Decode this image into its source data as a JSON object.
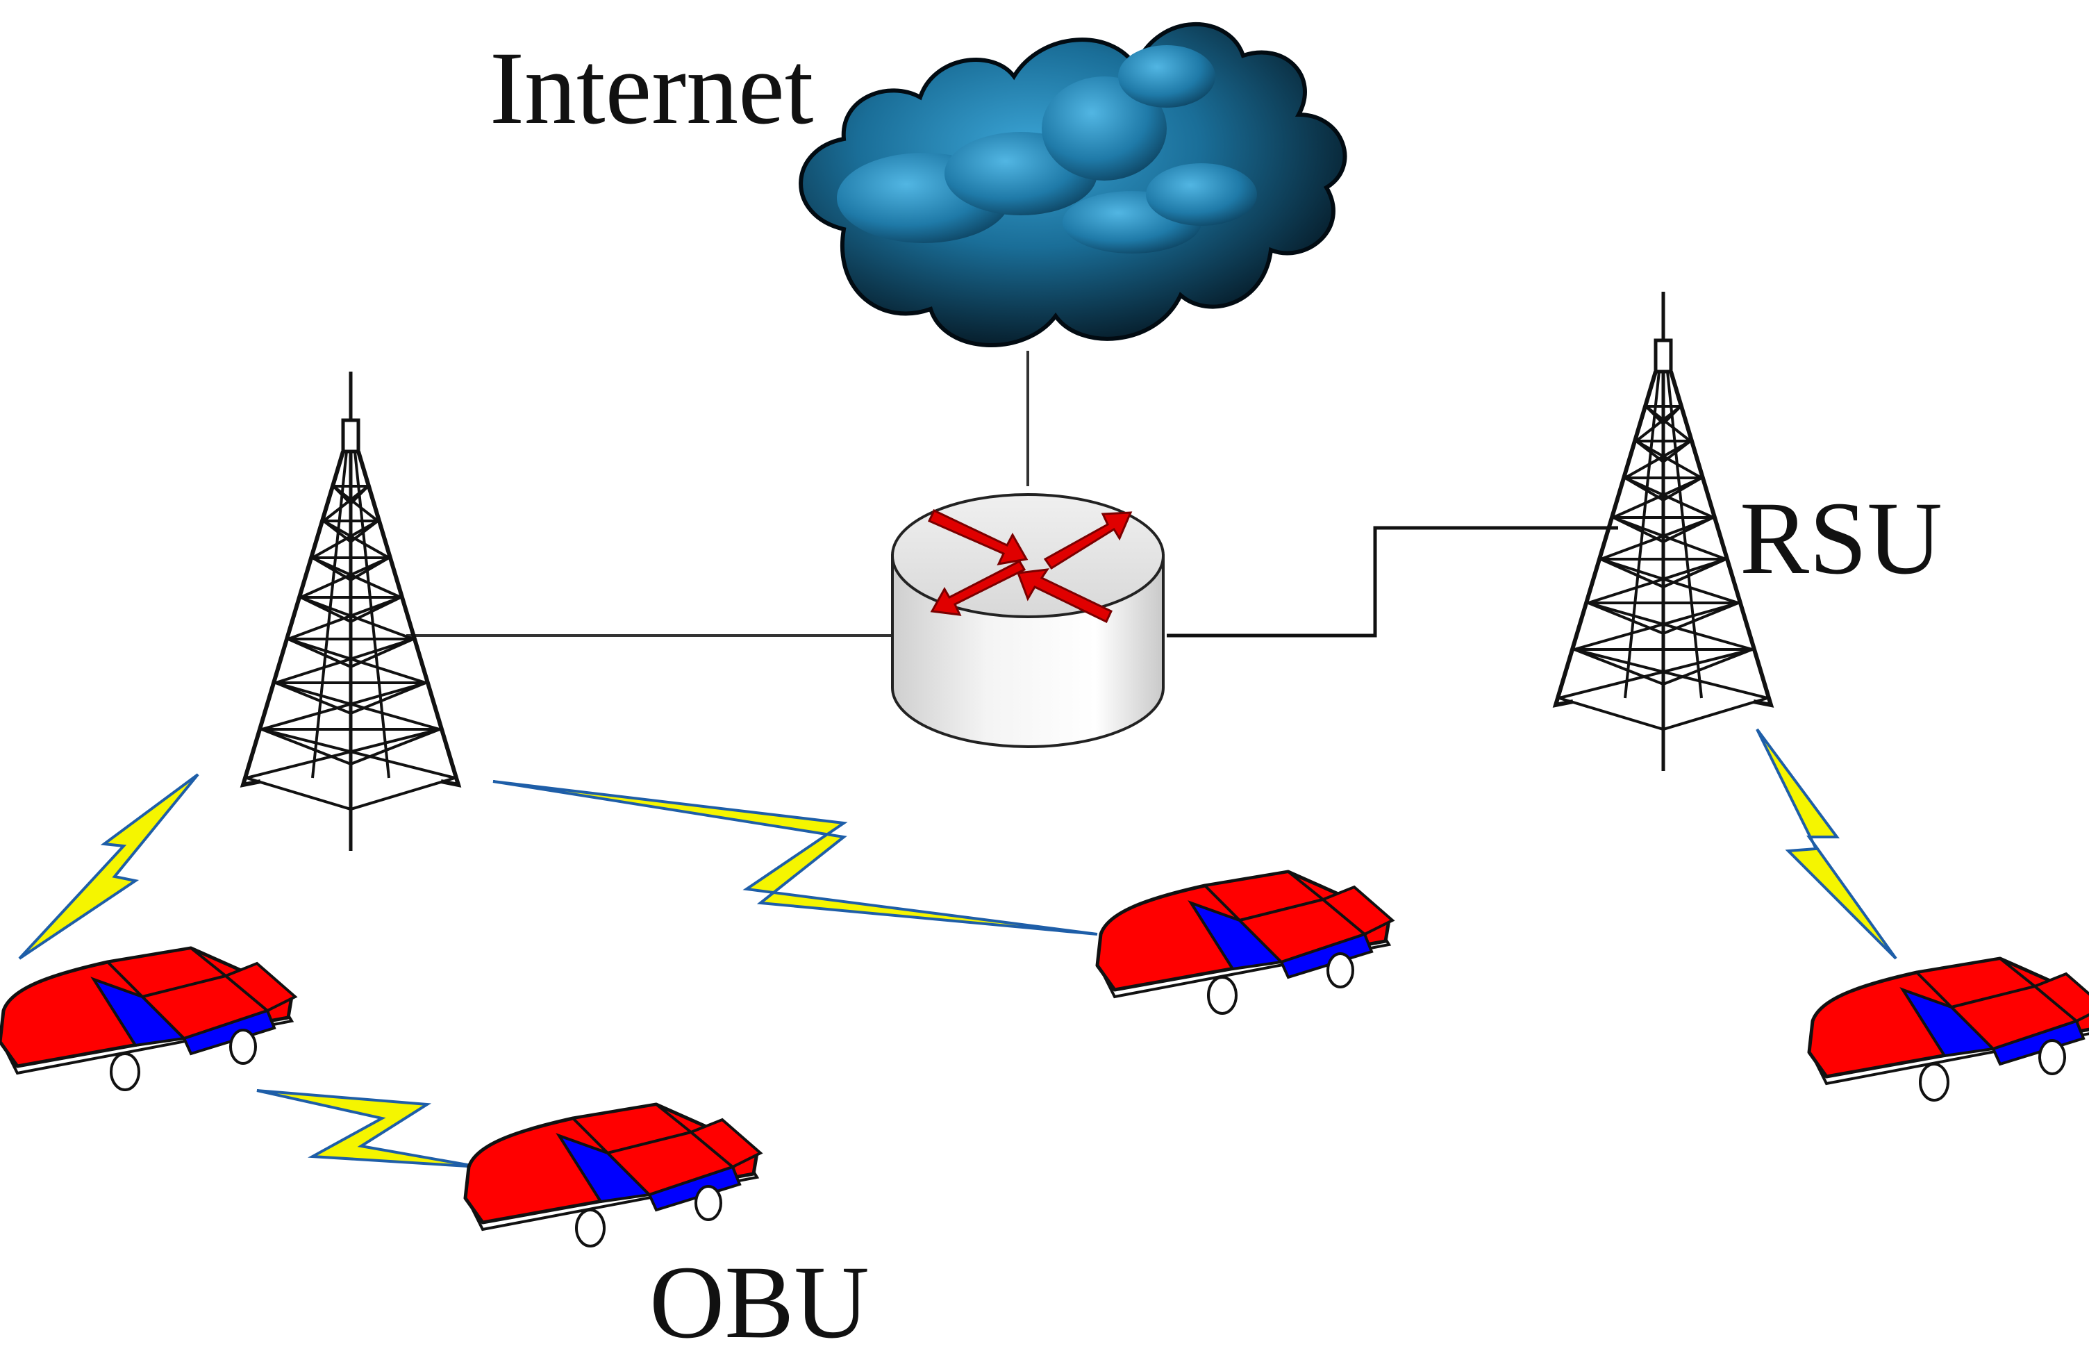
{
  "labels": {
    "internet": "Internet",
    "rsu": "RSU",
    "obu": "OBU"
  },
  "nodes": {
    "cloud": "cloud-icon",
    "router": "router-icon",
    "towers": [
      "cell-tower-icon",
      "rsu-tower-icon"
    ],
    "vehicles": [
      "car-icon",
      "car-icon",
      "car-icon",
      "car-icon"
    ]
  },
  "colors": {
    "cloud_dark": "#03121c",
    "cloud_light": "#2a8fbf",
    "car_body": "#ff0000",
    "car_window": "#0000ff",
    "lightning": "#f5f500",
    "lightning_edge": "#1e5ea8",
    "router_body": "#e6e6e6",
    "router_arrow": "#e00000",
    "line": "#333333"
  }
}
